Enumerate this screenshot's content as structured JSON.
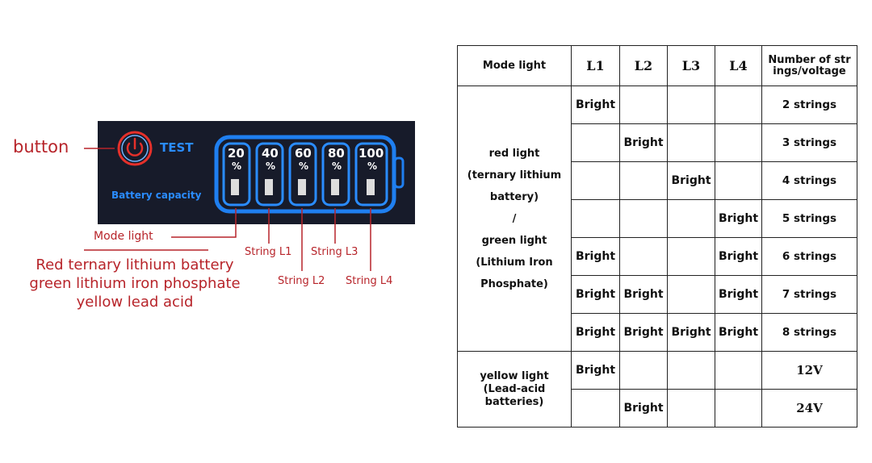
{
  "diagram": {
    "button_label": "button",
    "test_label": "TEST",
    "battery_capacity_label": "Battery capacity",
    "percent_levels": [
      "20",
      "40",
      "60",
      "80",
      "100"
    ],
    "percent_sign": "%",
    "mode_light_label": "Mode light",
    "string_labels": [
      "String L1",
      "String L2",
      "String L3",
      "String L4"
    ],
    "legend_lines": [
      "Red ternary lithium battery",
      "green lithium iron phosphate",
      "yellow lead acid"
    ],
    "colors": {
      "panel": "#171b2a",
      "glow": "#1f7ff0",
      "annotation": "#b7242a",
      "power_ring": "#e5302a"
    }
  },
  "table": {
    "headers": [
      "Mode light",
      "L1",
      "L2",
      "L3",
      "L4",
      "Number of str ings/voltage"
    ],
    "group1_mode_lines": [
      "red light",
      "(ternary lithium",
      "battery)",
      "/",
      "green light",
      "(Lithium Iron",
      "Phosphate)"
    ],
    "group2_mode_lines": [
      "yellow light",
      "(Lead-acid",
      "batteries)"
    ],
    "rows": [
      {
        "cells": [
          "Bright",
          "",
          "",
          ""
        ],
        "value": "2 strings"
      },
      {
        "cells": [
          "",
          "Bright",
          "",
          ""
        ],
        "value": "3 strings"
      },
      {
        "cells": [
          "",
          "",
          "Bright",
          ""
        ],
        "value": "4 strings"
      },
      {
        "cells": [
          "",
          "",
          "",
          "Bright"
        ],
        "value": "5 strings"
      },
      {
        "cells": [
          "Bright",
          "",
          "",
          "Bright"
        ],
        "value": "6 strings"
      },
      {
        "cells": [
          "Bright",
          "Bright",
          "",
          "Bright"
        ],
        "value": "7 strings"
      },
      {
        "cells": [
          "Bright",
          "Bright",
          "Bright",
          "Bright"
        ],
        "value": "8 strings"
      },
      {
        "cells": [
          "Bright",
          "",
          "",
          ""
        ],
        "value": "12V"
      },
      {
        "cells": [
          "",
          "Bright",
          "",
          ""
        ],
        "value": "24V"
      }
    ]
  }
}
